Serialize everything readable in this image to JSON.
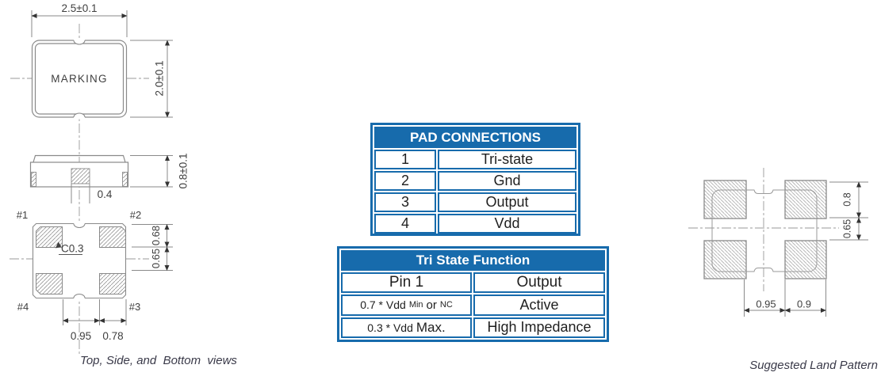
{
  "drawing": {
    "top_view": {
      "width_dim": "2.5±0.1",
      "height_dim": "2.0±0.1",
      "marking": "MARKING"
    },
    "side_view": {
      "height_dim": "0.8±0.1",
      "crystal_pad_width": "0.4"
    },
    "bottom_view": {
      "pin_labels": [
        "#1",
        "#2",
        "#3",
        "#4"
      ],
      "chamfer_label": "C0.3",
      "pad_length": "0.68",
      "pad_gap": "0.65",
      "span_a": "0.95",
      "span_b": "0.78"
    },
    "caption": "Top, Side, and  Bottom  views"
  },
  "pad_connections": {
    "title": "PAD CONNECTIONS",
    "rows": [
      [
        "1",
        "Tri-state"
      ],
      [
        "2",
        "Gnd"
      ],
      [
        "3",
        "Output"
      ],
      [
        "4",
        "Vdd"
      ]
    ]
  },
  "tri_state": {
    "title": "Tri State Function",
    "columns": [
      "Pin 1",
      "Output"
    ],
    "rows": [
      {
        "pin_main": "0.7 * Vdd",
        "pin_small_1": "Min",
        "pin_mid": "or",
        "pin_small_2": "NC",
        "output": "Active"
      },
      {
        "pin_main": "0.3 * Vdd",
        "pin_large": "Max.",
        "output": "High Impedance"
      }
    ]
  },
  "land_pattern": {
    "pad_height": "0.8",
    "pad_gap": "0.65",
    "span_a": "0.95",
    "span_b": "0.9",
    "caption": "Suggested Land Pattern"
  },
  "colors": {
    "table_blue": "#176bac",
    "line_gray": "#8a8a8a"
  }
}
